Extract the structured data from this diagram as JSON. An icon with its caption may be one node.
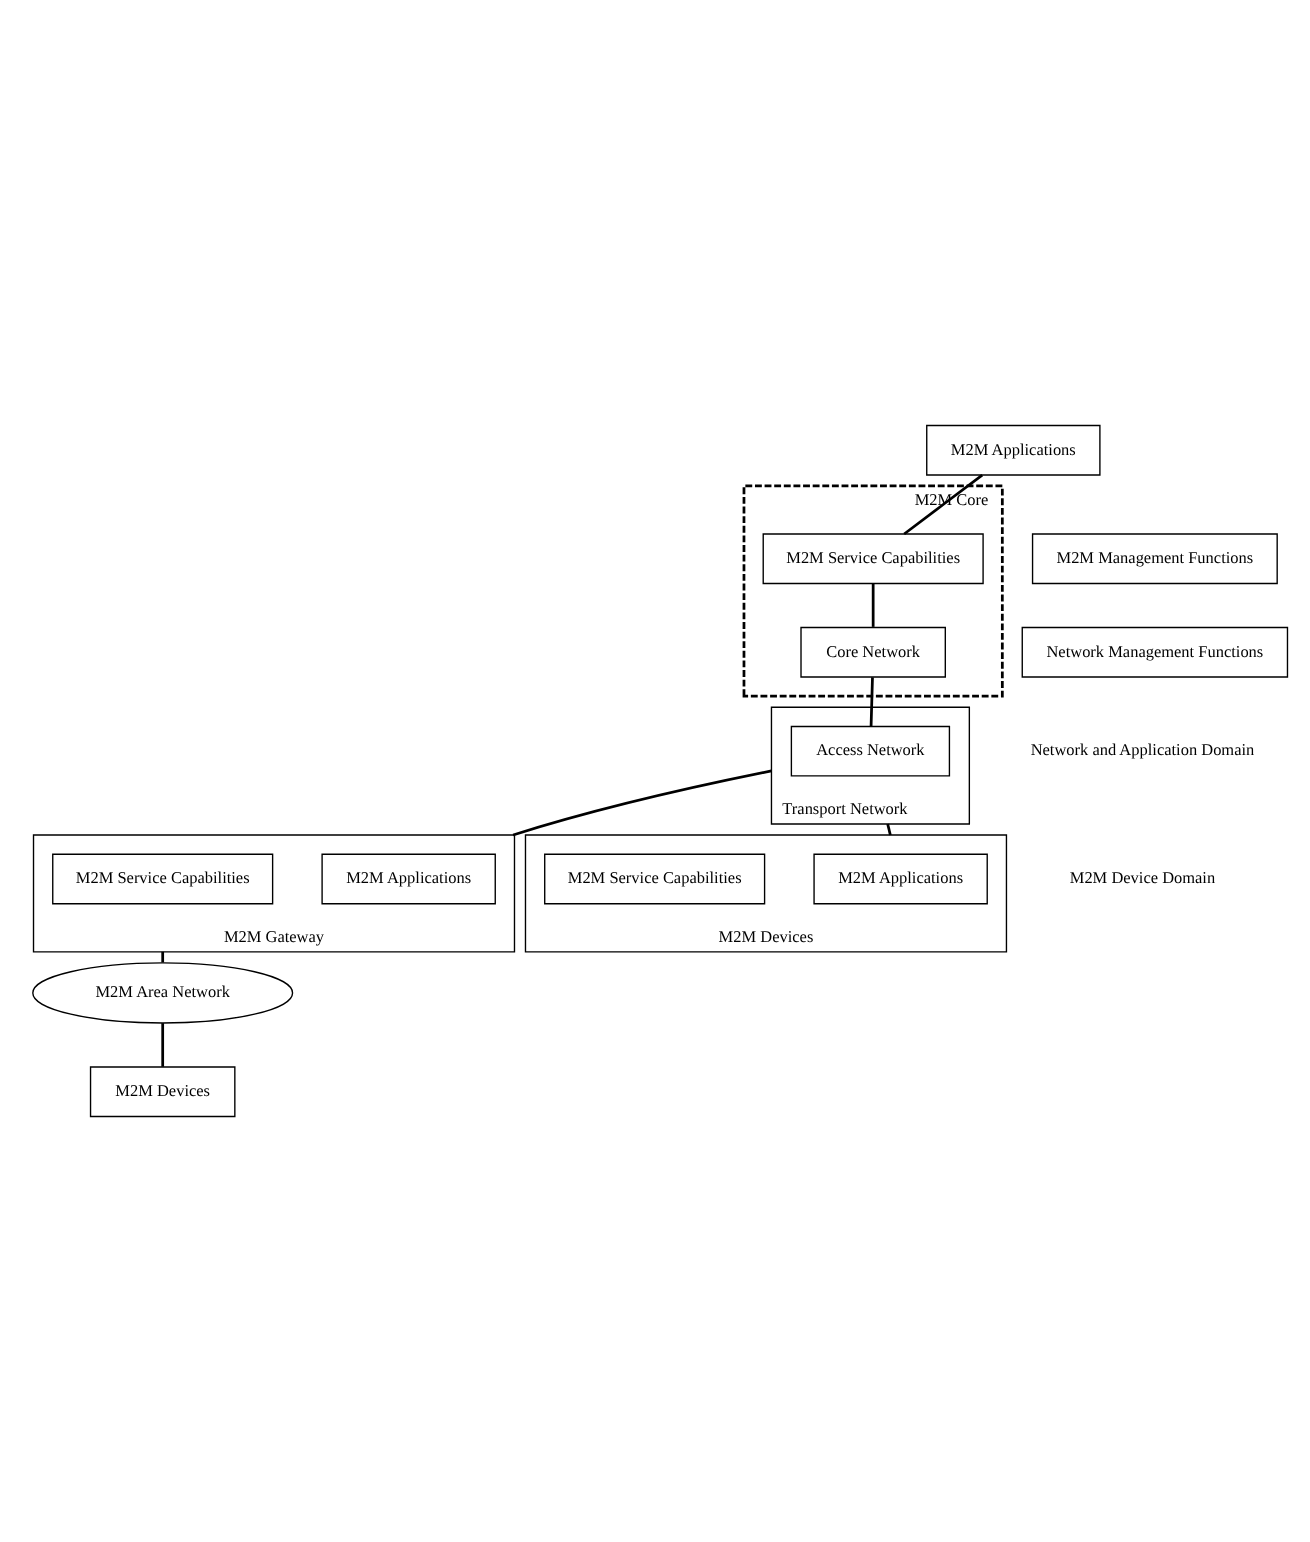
{
  "diagram": {
    "nodes": [
      {
        "text": [
          "M2M Applications"
        ]
      },
      {
        "text": [
          "M2M Core"
        ]
      },
      {
        "text": [
          "M2M Service Capabilities"
        ],
        "in": 1
      },
      {
        "text": [
          "Core Network"
        ],
        "in": 1
      },
      {
        "text": [
          "Transport Network"
        ]
      },
      {
        "text": [
          "Access Network"
        ],
        "in": 4
      },
      {
        "text": [
          "M2M Management Functions"
        ]
      },
      {
        "text": [
          "Network Management Functions"
        ]
      },
      {
        "text": [
          "M2M Gateway"
        ]
      },
      {
        "text": [
          "M2M Applications"
        ],
        "in": 8
      },
      {
        "text": [
          "M2M Service Capabilities"
        ],
        "in": 8
      },
      {
        "text": [
          "M2M Area Network"
        ]
      },
      {
        "text": [
          "M2M Devices"
        ]
      },
      {
        "text": [
          "M2M Devices"
        ]
      },
      {
        "text": [
          "M2M Applications"
        ],
        "in": 13
      },
      {
        "text": [
          "M2M Service Capabilities"
        ],
        "in": 13
      }
    ],
    "edges": [
      {
        "from": 0,
        "to": 2,
        "arrow": "none"
      },
      {
        "from": 2,
        "to": 3,
        "arrow": "none"
      },
      {
        "from": 3,
        "to": 5,
        "arrow": "none"
      },
      {
        "from": 4,
        "to": 8,
        "arrow": "none"
      },
      {
        "from": 4,
        "to": 13,
        "arrow": "none"
      },
      {
        "from": 8,
        "to": 11,
        "arrow": "none"
      },
      {
        "from": 11,
        "to": 12,
        "arrow": "none"
      }
    ],
    "labels": [
      "Network and Application Domain",
      "M2M Device Domain"
    ]
  }
}
